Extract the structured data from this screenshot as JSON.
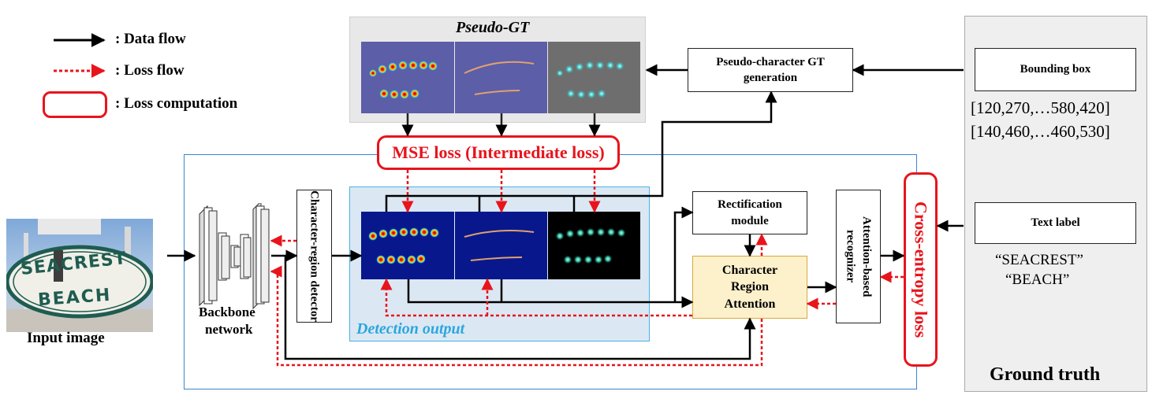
{
  "legend": {
    "data_flow": ": Data flow",
    "loss_flow": ": Loss flow",
    "loss_computation": ": Loss computation"
  },
  "pseudo_gt": {
    "title": "Pseudo-GT"
  },
  "pseudo_char_gen": {
    "label_line1": "Pseudo-character GT",
    "label_line2": "generation"
  },
  "ground_truth": {
    "title": "Ground truth",
    "bbox_label": "Bounding box",
    "bbox_values": [
      "[120,270,…580,420]",
      "[140,460,…460,530]"
    ],
    "text_label": "Text label",
    "text_values": [
      "“SEACREST”",
      "“BEACH”"
    ]
  },
  "mse_loss": "MSE loss (Intermediate loss)",
  "ce_loss": "Cross-entropy loss",
  "input_image": {
    "caption": "Input image",
    "sign_line1": "SEACREST",
    "sign_line2": "BEACH"
  },
  "backbone": {
    "line1": "Backbone",
    "line2": "network"
  },
  "detector": "Character-region detector",
  "detection_output": "Detection output",
  "rectification": {
    "line1": "Rectification",
    "line2": "module"
  },
  "cra": {
    "line1": "Character",
    "line2": "Region",
    "line3": "Attention"
  },
  "recognizer": "Attention-based recognizer",
  "colors": {
    "loss_red": "#e8141c",
    "frame_blue": "#3a84d0",
    "detection_blue": "#46b4e6",
    "detection_fill": "#dbe8f4",
    "pseudo_bg": "#e8e8e8",
    "cra_fill": "#fdf1cc",
    "cra_border": "#d6a93c"
  }
}
